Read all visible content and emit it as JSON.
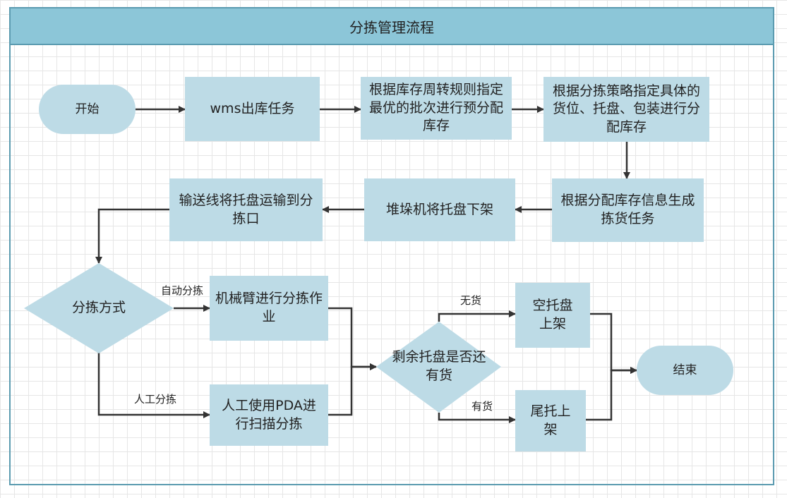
{
  "diagram": {
    "title": "分拣管理流程",
    "nodes": {
      "start": "开始",
      "wms_task": "wms出库任务",
      "pre_alloc": "根据库存周转规则指定最优的批次进行预分配库存",
      "alloc": "根据分拣策略指定具体的货位、托盘、包装进行分配库存",
      "gen_task": "根据分配库存信息生成拣货任务",
      "stacker": "堆垛机将托盘下架",
      "conveyor": "输送线将托盘运输到分拣口",
      "sort_mode": "分拣方式",
      "robot_arm": "机械臂进行分拣作业",
      "manual_pda": "人工使用PDA进行扫描分拣",
      "remaining": "剩余托盘是否还有货",
      "empty_pallet": "空托盘上架",
      "tail_pallet": "尾托上架",
      "end": "结束"
    },
    "edge_labels": {
      "auto_sort": "自动分拣",
      "manual_sort": "人工分拣",
      "no_goods": "无货",
      "has_goods": "有货"
    }
  },
  "colors": {
    "node_fill": "#bddbe6",
    "title_fill": "#8cc6d8",
    "border": "#5b9bb0",
    "connector": "#333333"
  }
}
